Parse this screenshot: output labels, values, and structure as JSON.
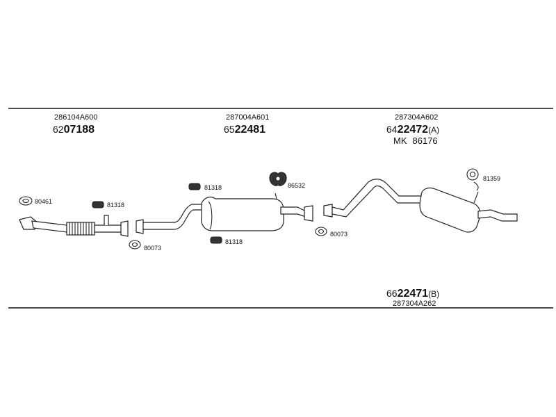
{
  "sections": [
    {
      "oem": "286104A600",
      "prefix": "62",
      "main": "07188",
      "suffix": ""
    },
    {
      "oem": "287004A601",
      "prefix": "65",
      "main": "22481",
      "suffix": ""
    },
    {
      "oem": "287304A602",
      "prefix": "64",
      "main": "22472",
      "suffix": "(A)"
    }
  ],
  "mk": {
    "label": "MK",
    "value": "86176"
  },
  "bottom": {
    "prefix": "66",
    "main": "22471",
    "suffix": "(B)",
    "oem": "287304A262"
  },
  "callouts": {
    "c80461": "80461",
    "c81318a": "81318",
    "c80073a": "80073",
    "c81318b": "81318",
    "c81318c": "81318",
    "c86532": "86532",
    "c80073b": "80073",
    "c81359": "81359"
  }
}
